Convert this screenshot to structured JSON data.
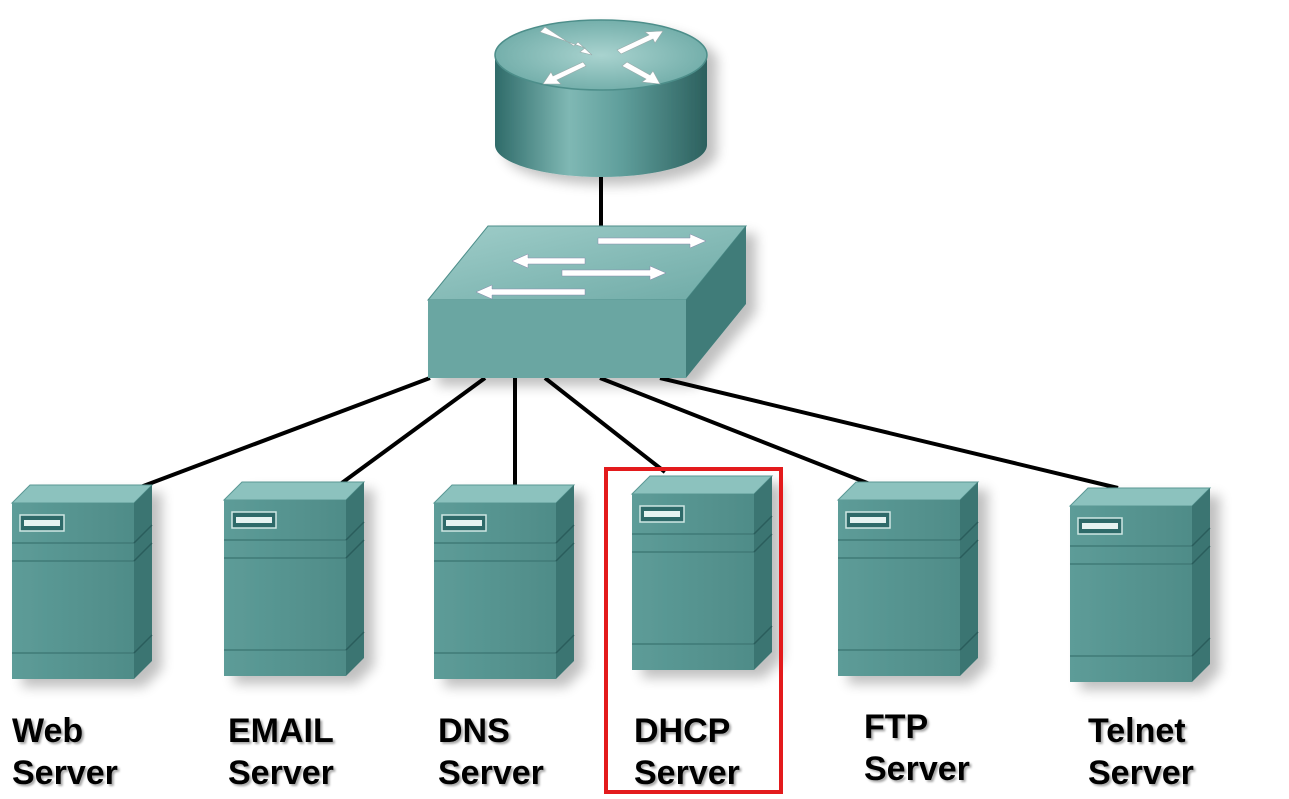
{
  "diagram": {
    "router": {
      "icon": "router-icon"
    },
    "switch": {
      "icon": "switch-icon"
    },
    "servers": [
      {
        "id": "web",
        "line1": "Web",
        "line2": "Server",
        "icon": "server-icon"
      },
      {
        "id": "email",
        "line1": "EMAIL",
        "line2": "Server",
        "icon": "server-icon"
      },
      {
        "id": "dns",
        "line1": "DNS",
        "line2": "Server",
        "icon": "server-icon"
      },
      {
        "id": "dhcp",
        "line1": "DHCP",
        "line2": "Server",
        "icon": "server-icon",
        "highlighted": true
      },
      {
        "id": "ftp",
        "line1": "FTP",
        "line2": "Server",
        "icon": "server-icon"
      },
      {
        "id": "telnet",
        "line1": "Telnet",
        "line2": "Server",
        "icon": "server-icon"
      }
    ],
    "colors": {
      "device_teal": "#5f9e9b",
      "device_dark": "#2f6b69",
      "device_light": "#8fc4c0",
      "link": "#000000",
      "highlight": "#e31a1c"
    }
  }
}
